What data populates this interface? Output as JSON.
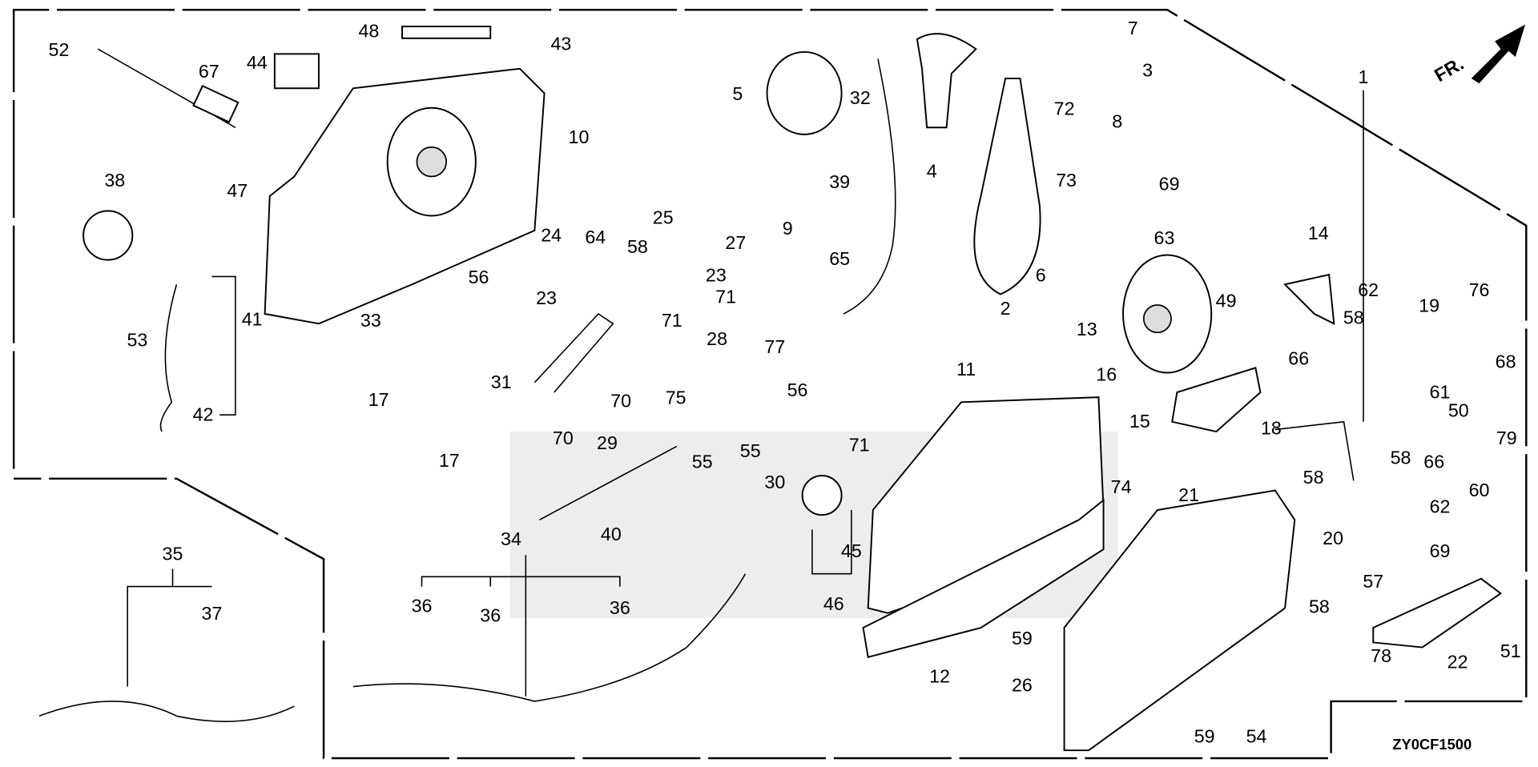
{
  "diagram": {
    "code": "ZY0CF1500",
    "direction_label": "FR.",
    "callouts": [
      "52",
      "67",
      "44",
      "48",
      "43",
      "10",
      "47",
      "38",
      "53",
      "41",
      "42",
      "33",
      "17",
      "17",
      "56",
      "24",
      "64",
      "58",
      "25",
      "27",
      "23",
      "23",
      "71",
      "71",
      "31",
      "70",
      "70",
      "28",
      "77",
      "56",
      "75",
      "55",
      "55",
      "71",
      "30",
      "29",
      "40",
      "34",
      "36",
      "36",
      "36",
      "35",
      "37",
      "45",
      "46",
      "5",
      "32",
      "39",
      "9",
      "65",
      "4",
      "7",
      "3",
      "72",
      "8",
      "69",
      "73",
      "63",
      "6",
      "2",
      "13",
      "49",
      "1",
      "14",
      "62",
      "58",
      "19",
      "76",
      "68",
      "61",
      "50",
      "66",
      "16",
      "15",
      "18",
      "66",
      "79",
      "60",
      "58",
      "58",
      "62",
      "11",
      "74",
      "21",
      "20",
      "57",
      "69",
      "58",
      "78",
      "22",
      "51",
      "59",
      "12",
      "26",
      "59",
      "54"
    ]
  }
}
